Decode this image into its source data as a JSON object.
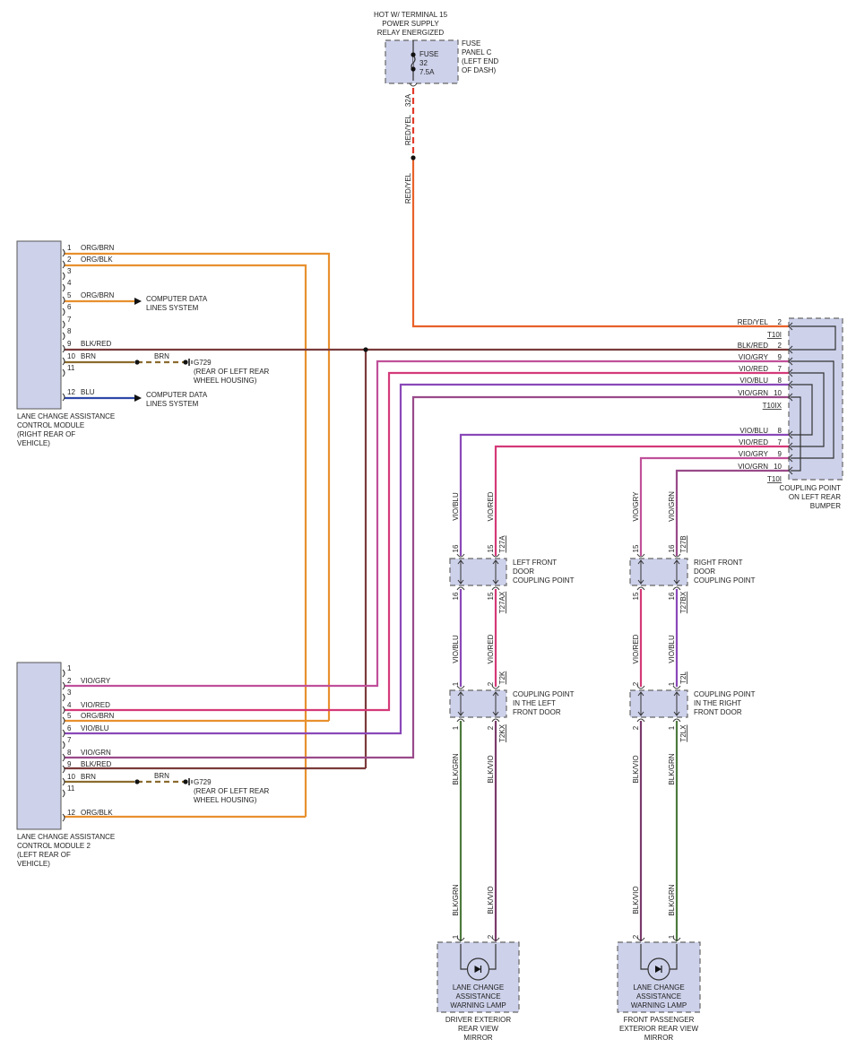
{
  "colors": {
    "ORG/BRN": "#e8902e",
    "ORG/BLK": "#e8902e",
    "RED/YEL": "#e9622a",
    "BLK/RED": "#7a3b3b",
    "BRN": "#8b6b2e",
    "BLU": "#2f48a8",
    "VIO/GRY": "#c0509a",
    "VIO/RED": "#d43a78",
    "VIO/BLU": "#8a48b8",
    "VIO/GRN": "#9a4a8a",
    "BLK/GRN": "#4e7a3e",
    "BLK/VIO": "#7a3a6a",
    "module_fill": "#cdd1ea"
  },
  "fuse": {
    "header": [
      "HOT W/ TERMINAL 15",
      "POWER SUPPLY",
      "RELAY ENERGIZED"
    ],
    "inner": [
      "FUSE",
      "32",
      "7.5A"
    ],
    "location": [
      "FUSE",
      "PANEL C",
      "(LEFT END",
      "OF DASH)"
    ],
    "terminal": "32A",
    "wire_upper": "RED/YEL",
    "wire_lower": "RED/YEL"
  },
  "module1": {
    "caption": [
      "LANE CHANGE ASSISTANCE",
      "CONTROL MODULE",
      "(RIGHT REAR OF",
      "VEHICLE)"
    ],
    "pins": [
      {
        "n": "1",
        "wire": "ORG/BRN"
      },
      {
        "n": "2",
        "wire": "ORG/BLK"
      },
      {
        "n": "3",
        "wire": ""
      },
      {
        "n": "4",
        "wire": ""
      },
      {
        "n": "5",
        "wire": "ORG/BRN"
      },
      {
        "n": "6",
        "wire": ""
      },
      {
        "n": "7",
        "wire": ""
      },
      {
        "n": "8",
        "wire": ""
      },
      {
        "n": "9",
        "wire": "BLK/RED"
      },
      {
        "n": "10",
        "wire": "BRN"
      },
      {
        "n": "11",
        "wire": ""
      },
      {
        "n": "12",
        "wire": "BLU"
      }
    ],
    "data_lines_1": [
      "COMPUTER DATA",
      "LINES SYSTEM"
    ],
    "data_lines_2": [
      "COMPUTER DATA",
      "LINES SYSTEM"
    ],
    "ground_wire": "BRN",
    "ground": [
      "G729",
      "(REAR OF LEFT REAR",
      "WHEEL HOUSING)"
    ]
  },
  "module2": {
    "caption": [
      "LANE CHANGE ASSISTANCE",
      "CONTROL MODULE 2",
      "(LEFT REAR OF",
      "VEHICLE)"
    ],
    "pins": [
      {
        "n": "1",
        "wire": ""
      },
      {
        "n": "2",
        "wire": "VIO/GRY"
      },
      {
        "n": "3",
        "wire": ""
      },
      {
        "n": "4",
        "wire": "VIO/RED"
      },
      {
        "n": "5",
        "wire": "ORG/BRN"
      },
      {
        "n": "6",
        "wire": "VIO/BLU"
      },
      {
        "n": "7",
        "wire": ""
      },
      {
        "n": "8",
        "wire": "VIO/GRN"
      },
      {
        "n": "9",
        "wire": "BLK/RED"
      },
      {
        "n": "10",
        "wire": "BRN"
      },
      {
        "n": "11",
        "wire": ""
      },
      {
        "n": "12",
        "wire": "ORG/BLK"
      }
    ],
    "ground_wire": "BRN",
    "ground": [
      "G729",
      "(REAR OF LEFT REAR",
      "WHEEL HOUSING)"
    ]
  },
  "rear_coupling": {
    "caption": [
      "COUPLING POINT",
      "ON LEFT REAR",
      "BUMPER"
    ],
    "rows": [
      {
        "wire": "RED/YEL",
        "pin": "2"
      },
      {
        "wire": "BLK/RED",
        "pin": "2"
      },
      {
        "wire": "VIO/GRY",
        "pin": "9"
      },
      {
        "wire": "VIO/RED",
        "pin": "7"
      },
      {
        "wire": "VIO/BLU",
        "pin": "8"
      },
      {
        "wire": "VIO/GRN",
        "pin": "10"
      },
      {
        "wire": "VIO/BLU",
        "pin": "8"
      },
      {
        "wire": "VIO/RED",
        "pin": "7"
      },
      {
        "wire": "VIO/GRY",
        "pin": "9"
      },
      {
        "wire": "VIO/GRN",
        "pin": "10"
      }
    ],
    "conn_a": "T10I",
    "conn_b": "T10IX",
    "conn_c": "T10I"
  },
  "left_door": {
    "upper_wires": [
      "VIO/BLU",
      "VIO/RED"
    ],
    "upper_pins": [
      "16",
      "15"
    ],
    "upper_conn": "T27A",
    "caption": [
      "LEFT FRONT",
      "DOOR",
      "COUPLING POINT"
    ],
    "lower_pins": [
      "16",
      "15"
    ],
    "lower_conn": "T27AX",
    "mid_wires": [
      "VIO/BLU",
      "VIO/RED"
    ],
    "c2_upper_pins": [
      "1",
      "2"
    ],
    "c2_upper_conn": "T2K",
    "c2_caption": [
      "COUPLING POINT",
      "IN THE LEFT",
      "FRONT DOOR"
    ],
    "c2_lower_pins": [
      "1",
      "2"
    ],
    "c2_lower_conn": "T2KX",
    "low_wires": [
      "BLK/GRN",
      "BLK/VIO"
    ],
    "bottom_wires": [
      "BLK/GRN",
      "BLK/VIO"
    ],
    "lamp_pins": [
      "1",
      "2"
    ],
    "lamp": [
      "LANE CHANGE",
      "ASSISTANCE",
      "WARNING LAMP"
    ],
    "location": [
      "DRIVER EXTERIOR",
      "REAR VIEW",
      "MIRROR"
    ]
  },
  "right_door": {
    "upper_wires": [
      "VIO/GRY",
      "VIO/GRN"
    ],
    "upper_pins": [
      "15",
      "16"
    ],
    "upper_conn": "T27B",
    "caption": [
      "RIGHT FRONT",
      "DOOR",
      "COUPLING POINT"
    ],
    "lower_pins": [
      "15",
      "16"
    ],
    "lower_conn": "T27BX",
    "mid_wires": [
      "VIO/RED",
      "VIO/BLU"
    ],
    "c2_upper_pins": [
      "2",
      "1"
    ],
    "c2_upper_conn": "T2L",
    "c2_caption": [
      "COUPLING POINT",
      "IN THE RIGHT",
      "FRONT DOOR"
    ],
    "c2_lower_pins": [
      "2",
      "1"
    ],
    "c2_lower_conn": "T2LX",
    "low_wires": [
      "BLK/VIO",
      "BLK/GRN"
    ],
    "bottom_wires": [
      "BLK/VIO",
      "BLK/GRN"
    ],
    "lamp_pins": [
      "2",
      "1"
    ],
    "lamp": [
      "LANE CHANGE",
      "ASSISTANCE",
      "WARNING LAMP"
    ],
    "location": [
      "FRONT PASSENGER",
      "EXTERIOR REAR VIEW",
      "MIRROR"
    ]
  }
}
